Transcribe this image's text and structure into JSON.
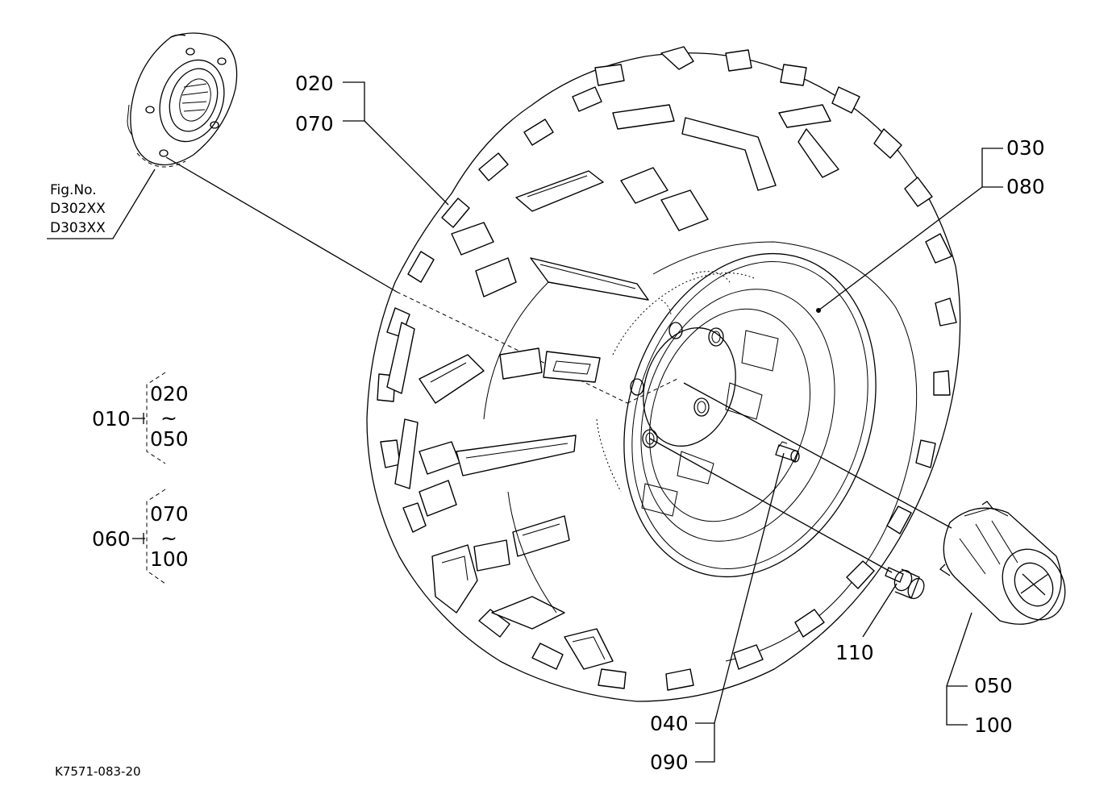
{
  "diagram": {
    "fig_ref": {
      "line1": "Fig.No.",
      "line2": "D302XX",
      "line3": "D303XX"
    },
    "callouts": {
      "c020": "020",
      "c070": "070",
      "c030": "030",
      "c080": "080",
      "c040": "040",
      "c090": "090",
      "c110": "110",
      "c050": "050",
      "c100": "100"
    },
    "groups": [
      {
        "parent": "010",
        "from": "020",
        "tilde": "~",
        "to": "050"
      },
      {
        "parent": "060",
        "from": "070",
        "tilde": "~",
        "to": "100"
      }
    ],
    "drawing_number": "K7571-083-20"
  }
}
